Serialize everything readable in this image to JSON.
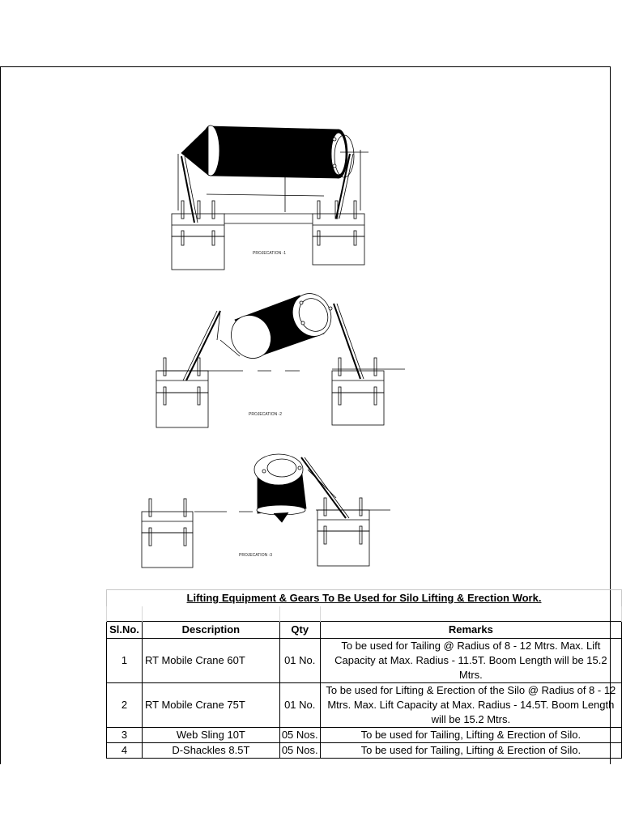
{
  "projections": [
    {
      "label": "PROJECATION  -1"
    },
    {
      "label": "PROJECATION  -2"
    },
    {
      "label": "PROJECATION  -3"
    }
  ],
  "table": {
    "title": "Lifting Equipment & Gears To Be Used for Silo Lifting & Erection Work.",
    "headers": [
      "Sl.No.",
      "Description",
      "Qty",
      "Remarks"
    ],
    "rows": [
      {
        "sl": "1",
        "description": "RT Mobile Crane 60T",
        "qty": "01 No.",
        "remarks": "To be used for Tailing @ Radius of 8 - 12 Mtrs. Max. Lift Capacity at Max. Radius - 11.5T. Boom Length will be 15.2 Mtrs."
      },
      {
        "sl": "2",
        "description": "RT Mobile Crane 75T",
        "qty": "01 No.",
        "remarks": "To be used for Lifting & Erection of the Silo @ Radius of 8 - 12 Mtrs. Max. Lift Capacity at Max. Radius - 14.5T. Boom Length will be 15.2 Mtrs."
      },
      {
        "sl": "3",
        "description": "Web Sling 10T",
        "qty": "05 Nos.",
        "remarks": "To be used for Tailing, Lifting & Erection of Silo."
      },
      {
        "sl": "4",
        "description": "D-Shackles 8.5T",
        "qty": "05 Nos.",
        "remarks": "To be used for Tailing, Lifting & Erection of Silo."
      }
    ]
  }
}
